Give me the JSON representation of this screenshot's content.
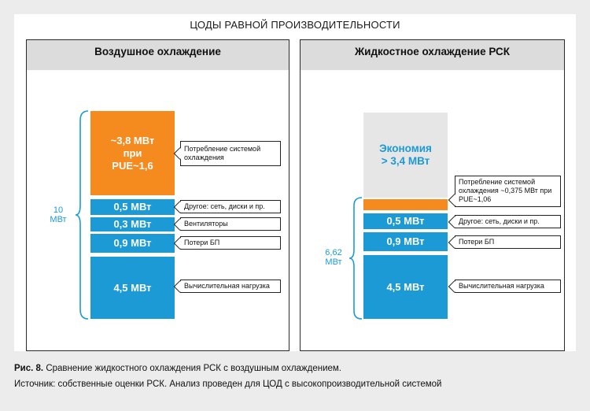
{
  "header": {
    "title": "ЦОДЫ РАВНОЙ ПРОИЗВОДИТЕЛЬНОСТИ"
  },
  "left": {
    "title": "Воздушное охлаждение",
    "total_value": "10",
    "total_unit": "МВт",
    "bars": [
      {
        "label": "~3,8 МВт\nпри\nPUE~1,6",
        "callout": "Потребление системой охлаждения"
      },
      {
        "label": "0,5 МВт",
        "callout": "Другое: сеть, диски и пр."
      },
      {
        "label": "0,3 МВт",
        "callout": "Вентиляторы"
      },
      {
        "label": "0,9 МВт",
        "callout": "Потери БП"
      },
      {
        "label": "4,5 МВт",
        "callout": "Вычислительная нагрузка"
      }
    ]
  },
  "right": {
    "title": "Жидкостное охлаждение РСК",
    "total_value": "6,62",
    "total_unit": "МВт",
    "savings_label": "Экономия\n> 3,4 МВт",
    "bars": [
      {
        "label": "",
        "callout": "Потребление системой охлаждения ~0,375 МВт при PUE~1,06"
      },
      {
        "label": "0,5 МВт",
        "callout": "Другое: сеть, диски и пр."
      },
      {
        "label": "0,9 МВт",
        "callout": "Потери БП"
      },
      {
        "label": "4,5 МВт",
        "callout": "Вычислительная нагрузка"
      }
    ]
  },
  "caption": {
    "fig_label": "Рис. 8.",
    "line1": "Сравнение жидкостного охлаждения РСК с воздушным охлаждением.",
    "line2": "Источник: собственные оценки РСК. Анализ проведен для ЦОД с высокопроизводительной системой"
  },
  "colors": {
    "blue": "#1b9ad6",
    "orange": "#f58a1f",
    "gray": "#e6e6e6",
    "header": "#dcdcdc"
  }
}
